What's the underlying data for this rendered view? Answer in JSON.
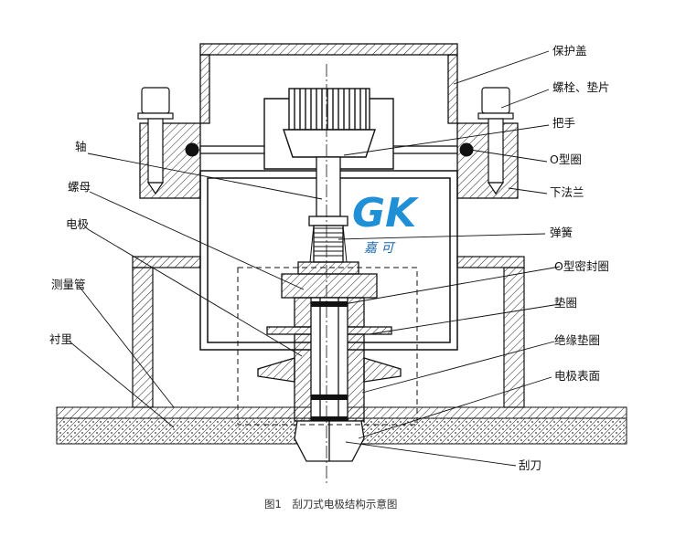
{
  "labels": {
    "cover": "保护盖",
    "bolt_washer": "螺栓、垫片",
    "handle": "把手",
    "o_ring": "O型圈",
    "lower_flange": "下法兰",
    "shaft": "轴",
    "nut": "螺母",
    "electrode": "电极",
    "spring": "弹簧",
    "o_seal_ring": "O型密封圈",
    "washer": "垫圈",
    "measuring_tube": "测量管",
    "insulating_washer": "绝缘垫圈",
    "lining": "衬里",
    "electrode_surface": "电极表面",
    "scraper": "刮刀"
  },
  "caption": "图1　刮刀式电极结构示意图",
  "logo": {
    "letters": "GK",
    "subtitle": "嘉 可",
    "colors": [
      "#1f8fd6",
      "#1566b0"
    ]
  },
  "colors": {
    "line": "#111111",
    "hatch": "#222222"
  }
}
